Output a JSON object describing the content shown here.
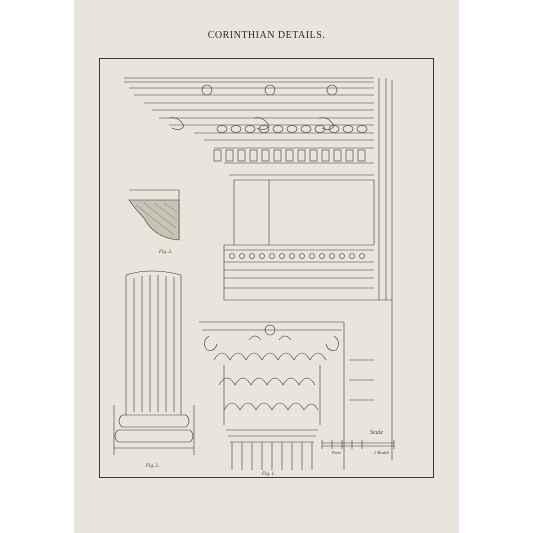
{
  "plate": {
    "title": "CORINTHIAN DETAILS.",
    "figures": {
      "fig1": "Fig. 1.",
      "fig2": "Fig. 2.",
      "fig3": "Fig. 3."
    },
    "scale": {
      "label": "Scale",
      "parts": "Parts",
      "module": "1 Module"
    }
  },
  "colors": {
    "paper": "#e9e5dc",
    "ink": "#3a3834",
    "background": "#ffffff"
  }
}
